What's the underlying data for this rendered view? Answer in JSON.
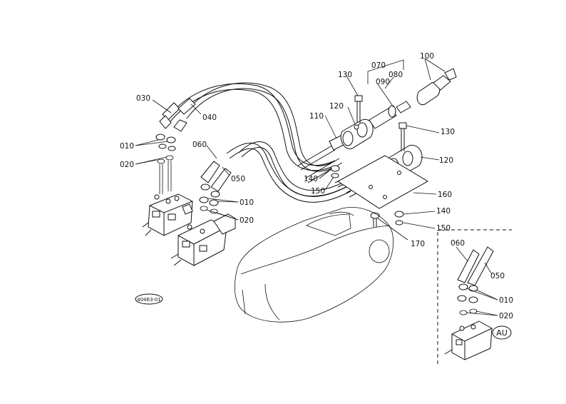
{
  "callouts": {
    "p010a": "010",
    "p020a": "020",
    "p030": "030",
    "p040": "040",
    "p060a": "060",
    "p050a": "050",
    "p010b": "010",
    "p020b": "020",
    "p070": "070",
    "p080": "080",
    "p090": "090",
    "p100": "100",
    "p130a": "130",
    "p120a": "120",
    "p110": "110",
    "p130b": "130",
    "p120b": "120",
    "p140a": "140",
    "p150a": "150",
    "p160": "160",
    "p140b": "140",
    "p150b": "150",
    "p170": "170",
    "p060b": "060",
    "p050b": "050",
    "p010c": "010",
    "p020c": "020"
  },
  "stamp_text": "40463-01",
  "variant_badge": "AU"
}
